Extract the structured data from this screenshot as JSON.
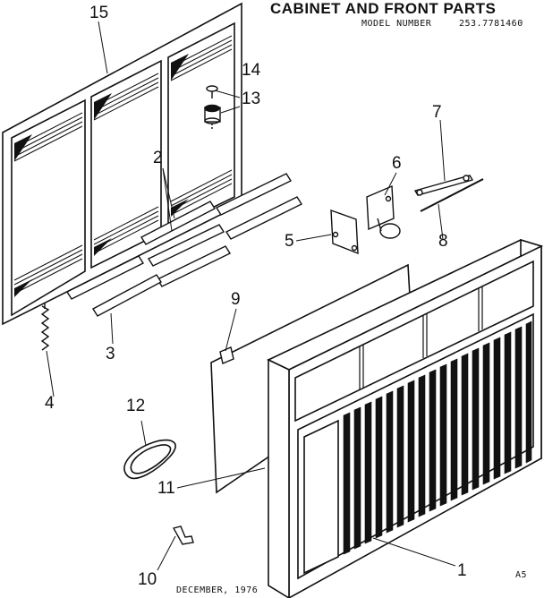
{
  "header": {
    "title": "CABINET AND FRONT PARTS",
    "model_label": "MODEL NUMBER",
    "model_number": "253.7781460"
  },
  "callouts": {
    "p1": "1",
    "p2": "2",
    "p3": "3",
    "p4": "4",
    "p5": "5",
    "p6": "6",
    "p7": "7",
    "p8": "8",
    "p9": "9",
    "p10": "10",
    "p11": "11",
    "p12": "12",
    "p13": "13",
    "p14": "14",
    "p15": "15"
  },
  "footer": {
    "date": "DECEMBER, 1976",
    "page_code": "A5"
  },
  "colors": {
    "ink": "#111111",
    "paper": "#ffffff"
  }
}
